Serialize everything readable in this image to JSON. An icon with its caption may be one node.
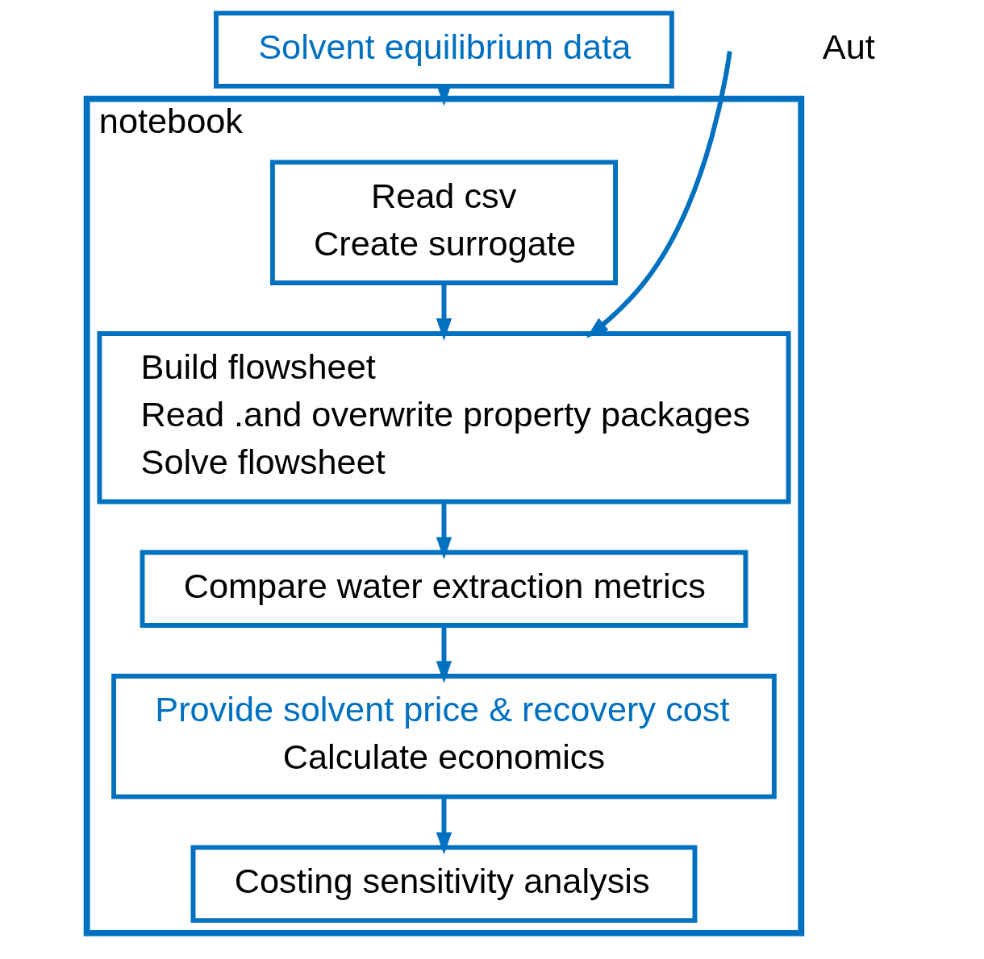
{
  "diagram": {
    "nodes": [
      {
        "text": [
          "Solvent equilibrium data"
        ]
      },
      {
        "text": [
          "notebook"
        ]
      },
      {
        "text": [
          "Read csv",
          "Create surrogate"
        ],
        "in": 1
      },
      {
        "text": [
          "Build flowsheet",
          "Read .and overwrite property packages",
          "Solve flowsheet"
        ],
        "in": 1
      },
      {
        "text": [
          "Compare water extraction metrics"
        ],
        "in": 1
      },
      {
        "text": [
          "Provide solvent price & recovery cost",
          "Calculate economics"
        ],
        "in": 1
      },
      {
        "text": [
          "Costing sensitivity analysis"
        ],
        "in": 1
      }
    ],
    "edges": [
      {
        "from": 0,
        "to": 1,
        "arrow": "to"
      },
      {
        "from": 2,
        "to": 3,
        "arrow": "to"
      },
      {
        "from": 3,
        "to": 4,
        "arrow": "to"
      },
      {
        "from": 4,
        "to": 5,
        "arrow": "to"
      },
      {
        "from": 5,
        "to": 6,
        "arrow": "to"
      },
      {
        "from": null,
        "to": 3,
        "arrow": "to"
      }
    ],
    "labels": [
      "Aut"
    ]
  }
}
